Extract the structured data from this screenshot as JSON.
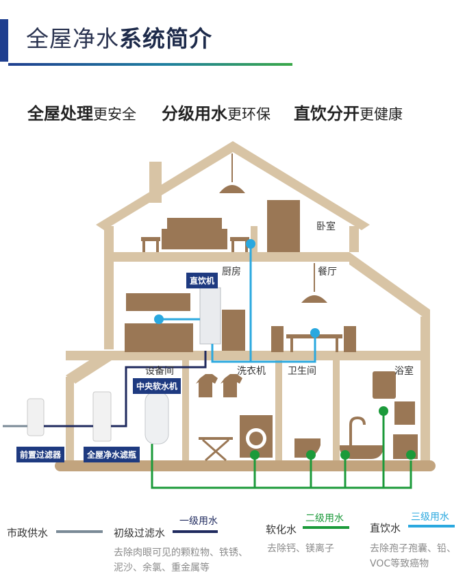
{
  "title": {
    "light": "全屋净水",
    "bold": "系统简介"
  },
  "taglines": [
    {
      "bold": "全屋处理",
      "light": "更安全"
    },
    {
      "bold": "分级用水",
      "light": "更环保"
    },
    {
      "bold": "直饮分开",
      "light": "更健康"
    }
  ],
  "rooms": {
    "bedroom": "卧室",
    "kitchen": "厨房",
    "dining": "餐厅",
    "equipment": "设备间",
    "laundry": "洗衣机",
    "toilet": "卫生间",
    "bathroom": "浴室"
  },
  "devices": {
    "direct_drink": "直饮机",
    "central_softener": "中央软水机",
    "pre_filter": "前置过滤器",
    "whole_house_filter": "全屋净水滤瓶"
  },
  "legend": {
    "municipal": {
      "label": "市政供水"
    },
    "primary": {
      "label": "初级过滤水",
      "tier": "一级用水",
      "desc_line1": "去除肉眼可见的颗粒物、铁锈、",
      "desc_line2": "泥沙、余氯、重金属等"
    },
    "softened": {
      "label": "软化水",
      "tier": "二级用水",
      "desc_line1": "去除钙、镁离子"
    },
    "drinking": {
      "label": "直饮水",
      "tier": "三级用水",
      "desc_line1": "去除孢子孢囊、铅、",
      "desc_line2": "VOC等致癌物"
    }
  },
  "colors": {
    "house": "#d8c4a5",
    "floor": "#c2a47e",
    "furniture": "#9a7755",
    "municipal": "#7a8a96",
    "primary": "#1f2a5e",
    "softened": "#1b9a3a",
    "drinking": "#2aa8df",
    "brand": "#1e3a80"
  }
}
